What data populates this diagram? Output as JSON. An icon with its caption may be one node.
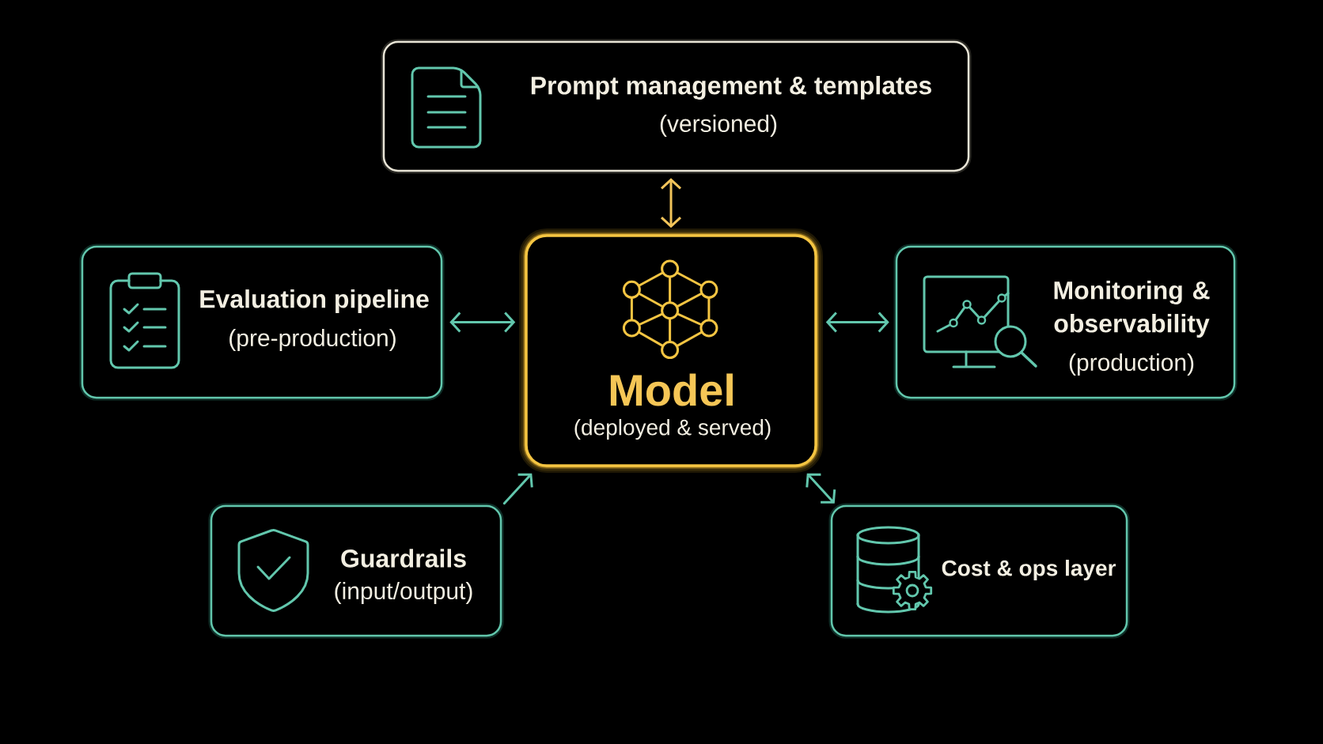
{
  "diagram": {
    "nodes": [
      {
        "text": [
          "Prompt management & templates",
          "(versioned)"
        ]
      },
      {
        "text": [
          "Evaluation pipeline",
          "(pre-production)"
        ]
      },
      {
        "text": [
          "Model",
          "(deployed & served)"
        ]
      },
      {
        "text": [
          "Monitoring & observability",
          "(production)"
        ]
      },
      {
        "text": [
          "Guardrails",
          "(input/output)"
        ]
      },
      {
        "text": [
          "Cost & ops layer"
        ]
      }
    ],
    "edges": [
      {
        "from": 0,
        "to": 2,
        "arrow": "both",
        "color": "#f2c45a"
      },
      {
        "from": 1,
        "to": 2,
        "arrow": "both"
      },
      {
        "from": 2,
        "to": 3,
        "arrow": "both"
      },
      {
        "from": 4,
        "to": 2,
        "arrow": "to"
      },
      {
        "from": 2,
        "to": 5,
        "arrow": "both"
      }
    ]
  }
}
